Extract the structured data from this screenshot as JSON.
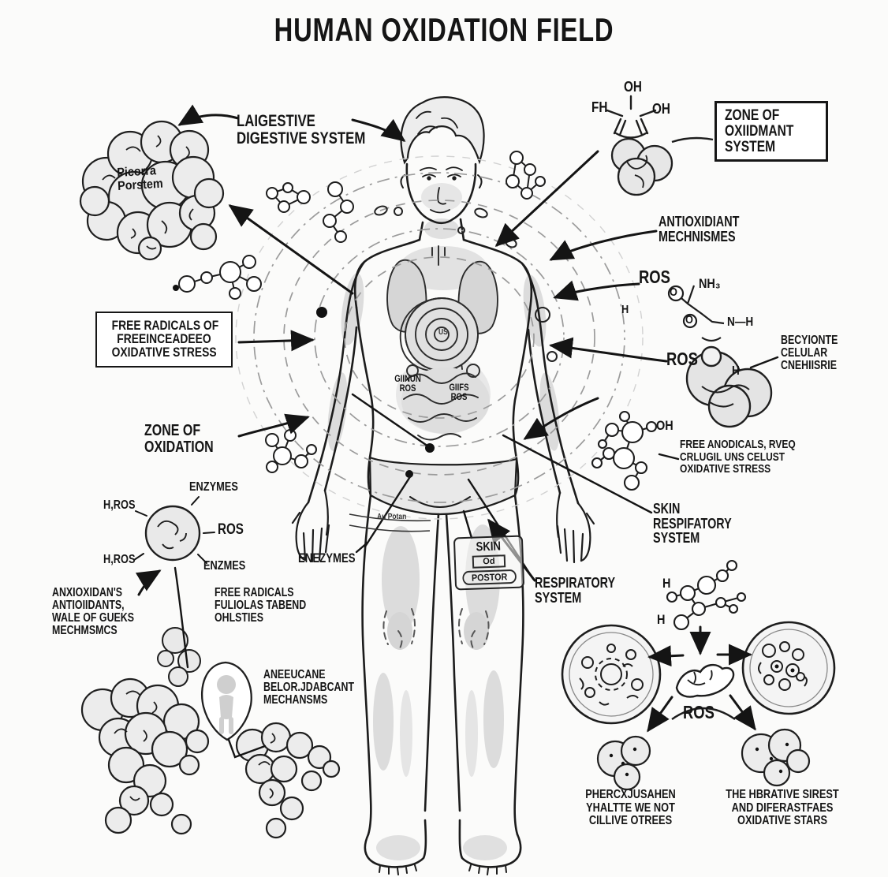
{
  "title": "HUMAN OXIDATION FIELD",
  "colors": {
    "ink": "#1a1a1a",
    "shade": "#dcdcdc",
    "ring_gray": "#9b9b9b",
    "background": "#fbfbfa"
  },
  "labels": {
    "digestive": {
      "l1": "LAIGESTIVE",
      "l2": "DIGESTIVE SYSTEM"
    },
    "zone_oxidant_box": {
      "l1": "ZONE OF",
      "l2": "OXIIDMANT",
      "l3": "SYSTEM"
    },
    "antioxidant_mech": {
      "l1": "ANTIOXIDIANT",
      "l2": "MECHNISMES"
    },
    "ros_right_upper": "ROS",
    "ros_right_lower": "ROS",
    "becyionte": {
      "l1": "BECYIONTE",
      "l2": "CELULAR",
      "l3": "CNEHIISRIE"
    },
    "free_anodicals": {
      "l1": "FREE ANODICALS, RVEQ",
      "l2": "CRLUGIL UNS CELUST",
      "l3": "OXIDATIVE STRESS"
    },
    "skin_respiratory": {
      "l1": "SKIN",
      "l2": "RESPIFATORY",
      "l3": "SYSTEM"
    },
    "respiratory": {
      "l1": "RESPIRATORY",
      "l2": "SYSTEM"
    },
    "ros_bottom": "ROS",
    "caption_left": {
      "l1": "PHERCXJUSAHEN",
      "l2": "YHALTTE WE NOT",
      "l3": "CILLIVE OTREES"
    },
    "caption_right": {
      "l1": "THE HBRATIVE SIREST",
      "l2": "AND DIFERASTFAES",
      "l3": "OXIDATIVE STARS"
    },
    "free_radicals_box": {
      "l1": "FREE RADICALS OF",
      "l2": "FREEINCEADEEO",
      "l3": "OXIDATIVE STRESS"
    },
    "zone_oxidation": {
      "l1": "ZONE OF",
      "l2": "OXIDATION"
    },
    "enzymes_top": "ENZYMES",
    "h_ros_top": "H,ROS",
    "ros_left": "ROS",
    "h_ros_bottom": "H,ROS",
    "enzmes": "ENZMES",
    "antioxidants_block": {
      "l1": "ANXIOXIDAN'S",
      "l2": "ANTIOIIDANTS,",
      "l3": "WALE OF GUEKS",
      "l4": "MECHMSMCS"
    },
    "free_radicals_block": {
      "l1": "FREE RADICALS",
      "l2": "FULIOLAS TABEND",
      "l3": "OHLSTIES"
    },
    "enezymes": "ENEZYMES",
    "aneeucane": {
      "l1": "ANEEUCANE",
      "l2": "BELOR.JDABCANT",
      "l3": "MECHANSMS"
    },
    "picorra": {
      "l1": "Picorra",
      "l2": "Porstem"
    },
    "skin_box": {
      "l1": "SKIN",
      "l2": "Od",
      "l3": "POSTOR"
    },
    "organ_left": {
      "l1": "GIINUN",
      "l2": "ROS"
    },
    "organ_right": {
      "l1": "GIIFS",
      "l2": "ROS"
    },
    "waist_tag": "Au Potan",
    "organ_tiny": "US",
    "chem_top": {
      "oh_top": "OH",
      "fh": "FH",
      "oh_right": "OH"
    },
    "chem_right": {
      "nh3": "NH₃",
      "o1": "O",
      "o2": "O",
      "nh": "N—H",
      "h_small": "H",
      "h_blob": "H"
    },
    "chem_mid": {
      "oh": "OH"
    },
    "chem_bottom": {
      "h1": "H",
      "h2": "H"
    }
  }
}
